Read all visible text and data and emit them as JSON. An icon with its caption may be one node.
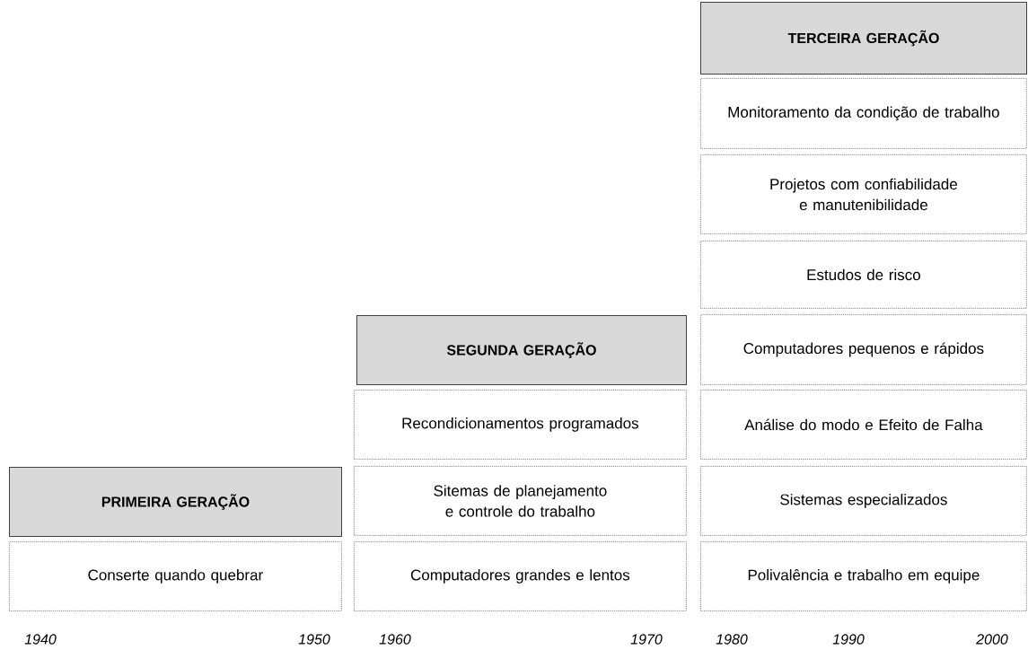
{
  "diagram": {
    "nodes": [
      {
        "text": [
          "PRIMEIRA GERAÇÃO"
        ]
      },
      {
        "text": [
          "Conserte quando quebrar"
        ]
      },
      {
        "text": [
          "SEGUNDA GERAÇÃO"
        ]
      },
      {
        "text": [
          "Recondicionamentos programados"
        ]
      },
      {
        "text": [
          "Sitemas de planejamento e controle do trabalho"
        ]
      },
      {
        "text": [
          "Computadores grandes e lentos"
        ]
      },
      {
        "text": [
          "TERCEIRA GERAÇÃO"
        ]
      },
      {
        "text": [
          "Monitoramento da condição de trabalho"
        ]
      },
      {
        "text": [
          "Projetos com confiabilidade e manutenibilidade"
        ]
      },
      {
        "text": [
          "Estudos de risco"
        ]
      },
      {
        "text": [
          "Computadores pequenos e rápidos"
        ]
      },
      {
        "text": [
          "Análise do modo e Efeito de Falha"
        ]
      },
      {
        "text": [
          "Sistemas especializados"
        ]
      },
      {
        "text": [
          "Polivalência e trabalho em equipe"
        ]
      }
    ],
    "labels": [
      "1940",
      "1950",
      "1960",
      "1970",
      "1980",
      "1990",
      "2000"
    ]
  }
}
